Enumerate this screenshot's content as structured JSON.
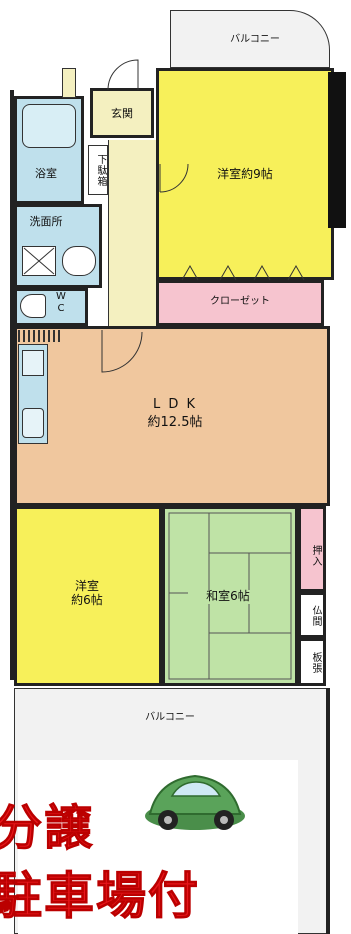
{
  "rooms": {
    "balcony_top": "バルコニー",
    "genkan": "玄関",
    "geta_bako": "下駄箱",
    "yokushitsu": "浴室",
    "senmenjo": "洗面所",
    "wc": "W\nC",
    "youshitsu_9": "洋室約9帖",
    "closet": "クローゼット",
    "ldk_title": "L D K",
    "ldk_size": "約12.5帖",
    "youshitsu_6": "洋室\n約6帖",
    "washitsu_6": "和室6帖",
    "oshiire": "押入",
    "butsuma": "仏間",
    "itanoma": "板張",
    "balcony_bottom": "バルコニー"
  },
  "promo": {
    "line1": "分譲",
    "line2": "駐車場付"
  },
  "colors": {
    "yellow_room": "#f7f05a",
    "ldk": "#f0c79e",
    "wet_area": "#bfe0ec",
    "corridor": "#f4f0c0",
    "closet": "#f6c4cf",
    "tatami": "#bfe3a6",
    "balcony": "#f2f2f2",
    "promo_red": "#e8161b",
    "car_green": "#5aa35a"
  }
}
